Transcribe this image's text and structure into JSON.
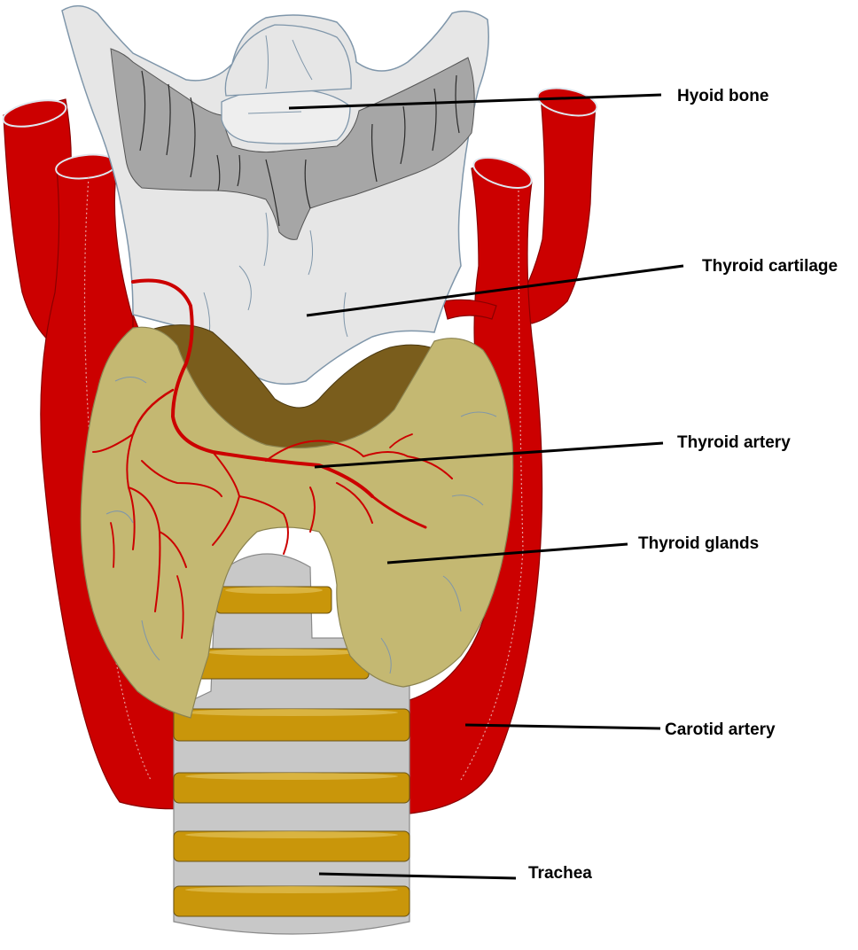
{
  "labels": {
    "hyoid_bone": "Hyoid bone",
    "thyroid_cartilage": "Thyroid cartilage",
    "thyroid_artery": "Thyroid artery",
    "thyroid_glands": "Thyroid glands",
    "carotid_artery": "Carotid artery",
    "trachea": "Trachea"
  },
  "colors": {
    "carotid": "#cc0000",
    "cartilage": "#e6e6e6",
    "hyoid": "#a6a6a6",
    "thyroid_gland": "#c4b872",
    "isthmus_dark": "#7a5d1c",
    "trachea_tube": "#c8c8c8",
    "trachea_rings": "#c9960a"
  },
  "icons": [
    "hyoid-bone-shape",
    "thyroid-cartilage-shape",
    "thyroid-gland-shape",
    "carotid-artery-shape",
    "trachea-shape",
    "thyroid-artery-branches"
  ]
}
